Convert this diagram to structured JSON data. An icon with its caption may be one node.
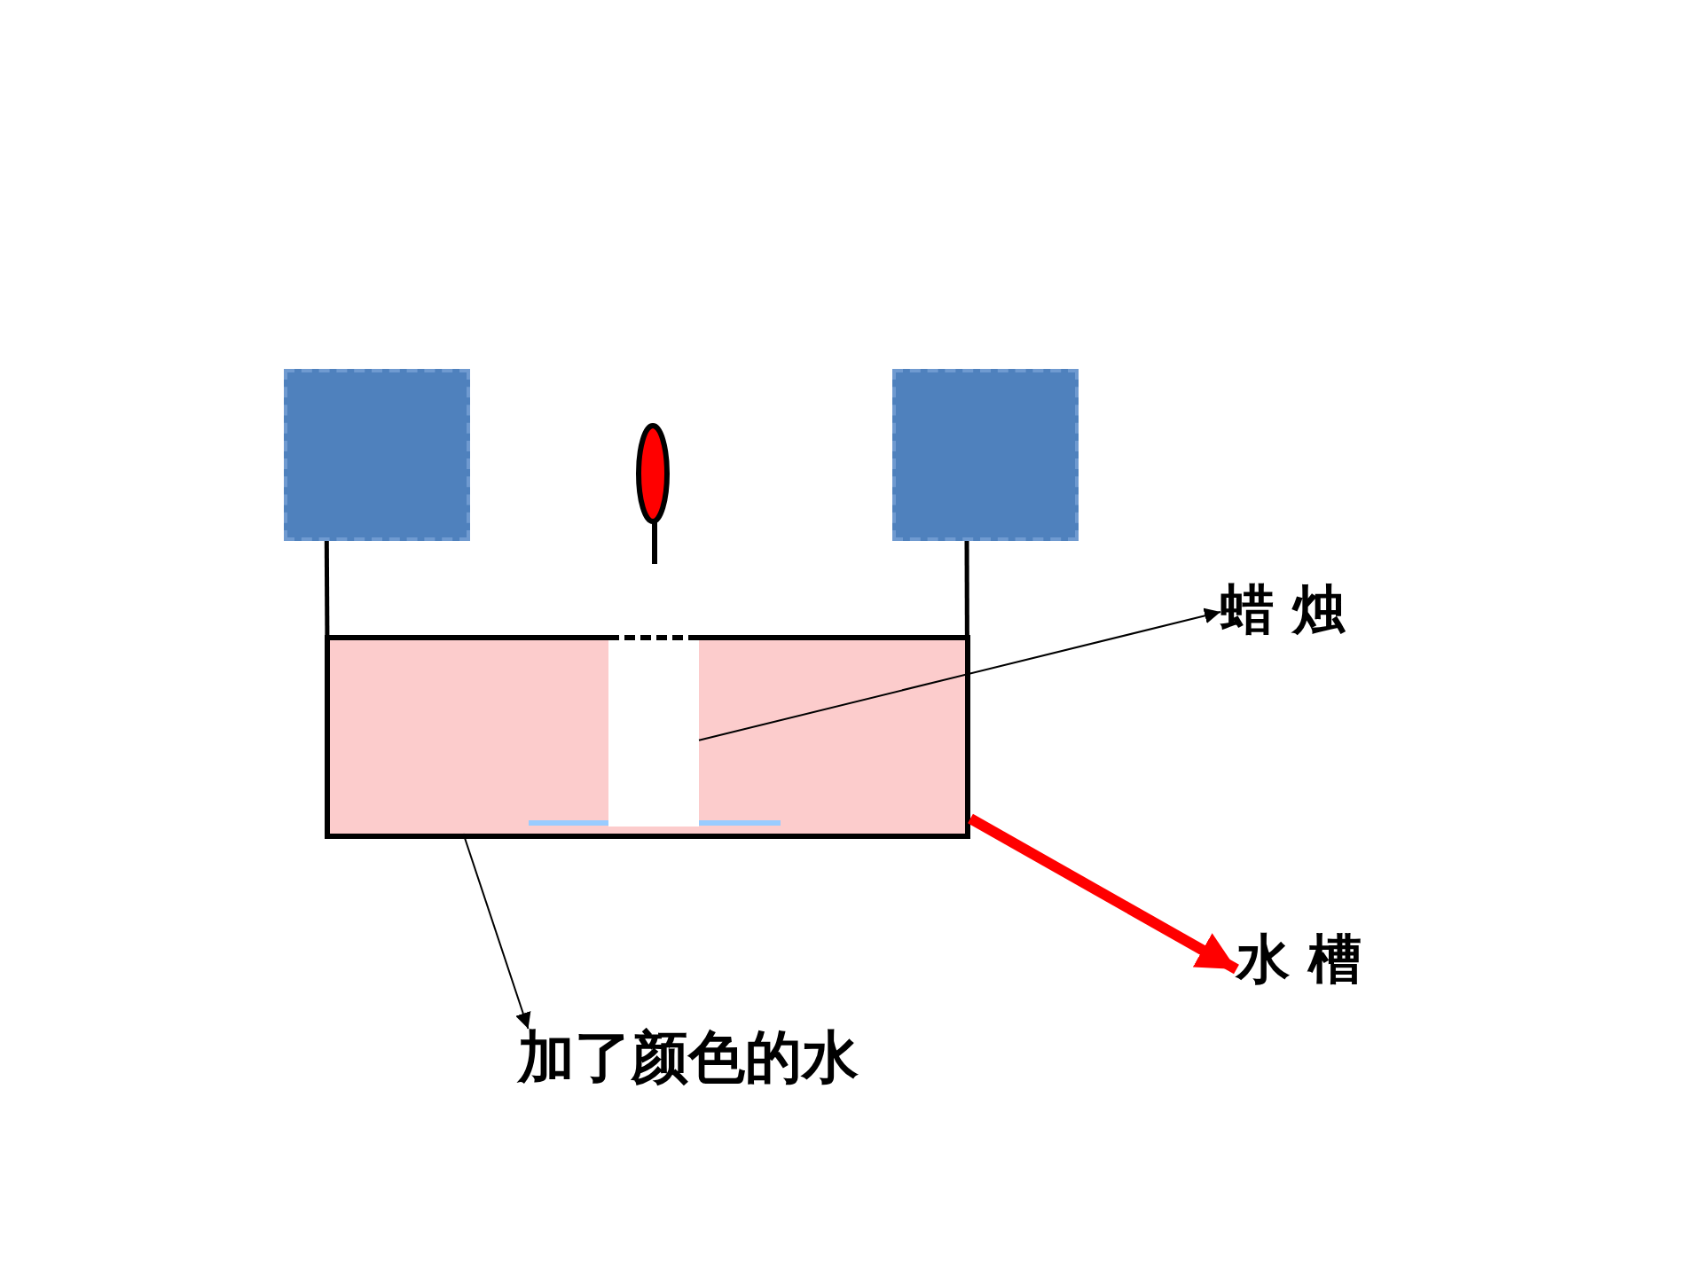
{
  "diagram": {
    "nodes": [
      {
        "text": [],
        "shape": "box"
      },
      {
        "text": [],
        "shape": "box"
      },
      {
        "text": [],
        "shape": "box"
      },
      {
        "text": [],
        "shape": "box",
        "in": 2
      },
      {
        "text": [],
        "shape": "box",
        "in": 3
      },
      {
        "text": [
          "蜡 烛"
        ]
      },
      {
        "text": [
          "水 槽"
        ]
      },
      {
        "text": [
          "加了颜色的水"
        ]
      }
    ],
    "edges": [
      {
        "from": 0,
        "to": 2,
        "arrow": "none"
      },
      {
        "from": 1,
        "to": 2,
        "arrow": "none"
      },
      {
        "from": 4,
        "to": 5,
        "arrow": "to"
      },
      {
        "from": 2,
        "to": 6,
        "arrow": "to",
        "style": "thick",
        "color": "#ff0000"
      },
      {
        "from": 3,
        "to": 7,
        "arrow": "to"
      }
    ]
  }
}
